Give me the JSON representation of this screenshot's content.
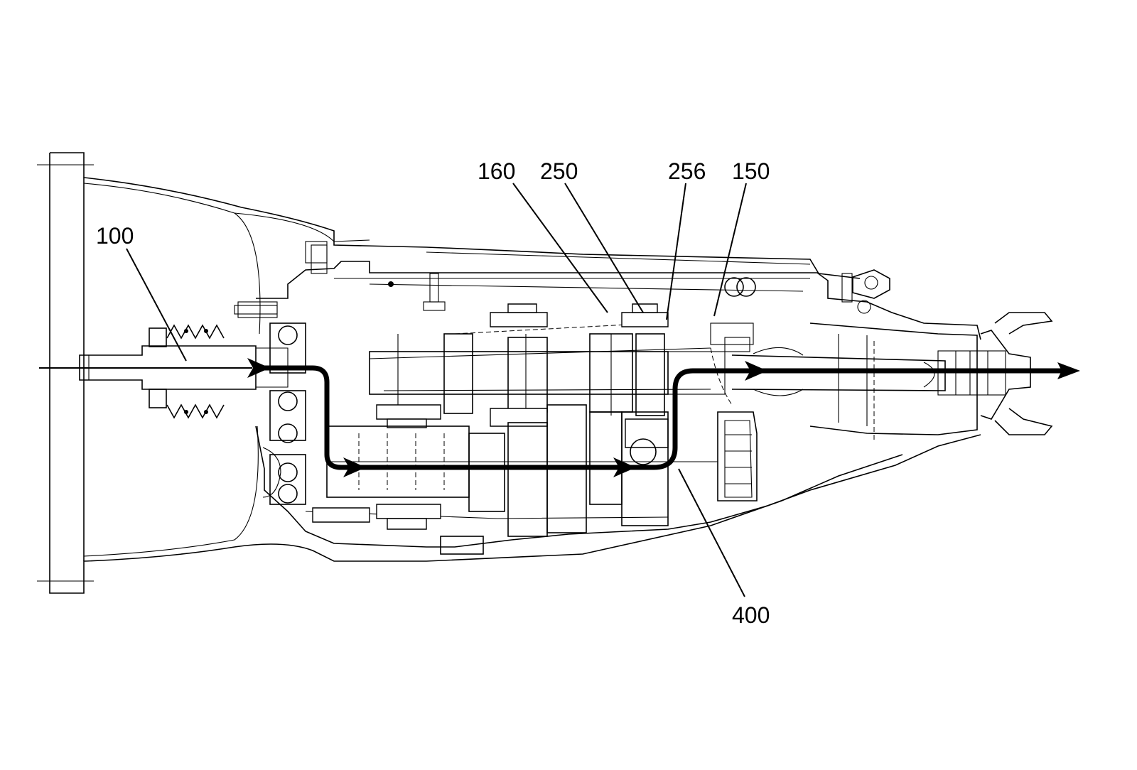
{
  "callouts": {
    "c100": "100",
    "c160": "160",
    "c250": "250",
    "c256": "256",
    "c150": "150",
    "c400": "400"
  },
  "colors": {
    "line": "#000000",
    "background": "#ffffff"
  }
}
